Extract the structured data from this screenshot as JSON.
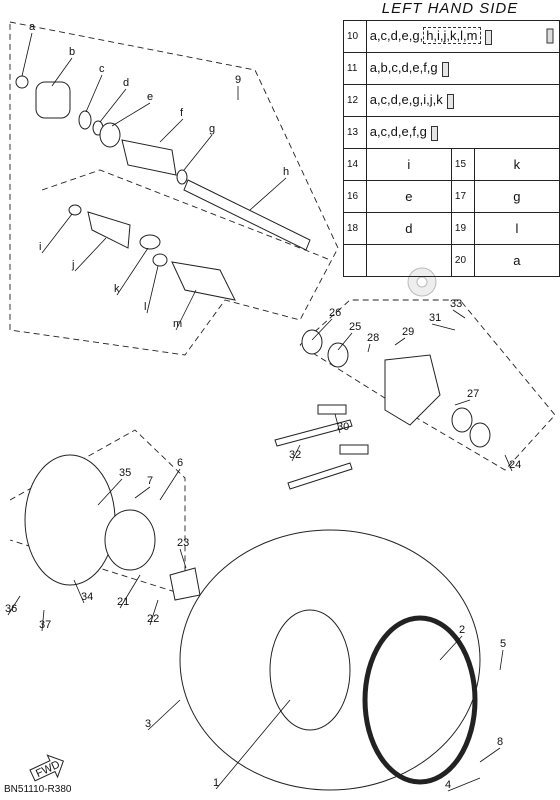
{
  "table": {
    "title": "LEFT HAND SIDE",
    "rows": [
      {
        "num": "10",
        "contents": "a,c,d,e,g,",
        "boxed": "h,i,j,k,l,m"
      },
      {
        "num": "11",
        "contents": "a,b,c,d,e,f,g"
      },
      {
        "num": "12",
        "contents": "a,c,d,e,g,i,j,k"
      },
      {
        "num": "13",
        "contents": "a,c,d,e,f,g"
      },
      {
        "num": "14",
        "contents": "i",
        "num2": "15",
        "contents2": "k"
      },
      {
        "num": "16",
        "contents": "e",
        "num2": "17",
        "contents2": "g"
      },
      {
        "num": "18",
        "contents": "d",
        "num2": "19",
        "contents2": "l"
      },
      {
        "num2": "20",
        "contents2": "a"
      }
    ]
  },
  "letters": [
    "a",
    "b",
    "c",
    "d",
    "e",
    "f",
    "g",
    "h",
    "i",
    "j",
    "k",
    "l",
    "m"
  ],
  "callouts": [
    "1",
    "2",
    "3",
    "4",
    "5",
    "6",
    "7",
    "8",
    "9",
    "21",
    "22",
    "23",
    "24",
    "25",
    "26",
    "27",
    "28",
    "29",
    "30",
    "31",
    "32",
    "33",
    "34",
    "35",
    "36",
    "37"
  ],
  "fwd_label": "FWD",
  "drawing_code": "BN51110-R380",
  "icons": [
    "grease-tube-icon",
    "gear-watermark-icon"
  ]
}
